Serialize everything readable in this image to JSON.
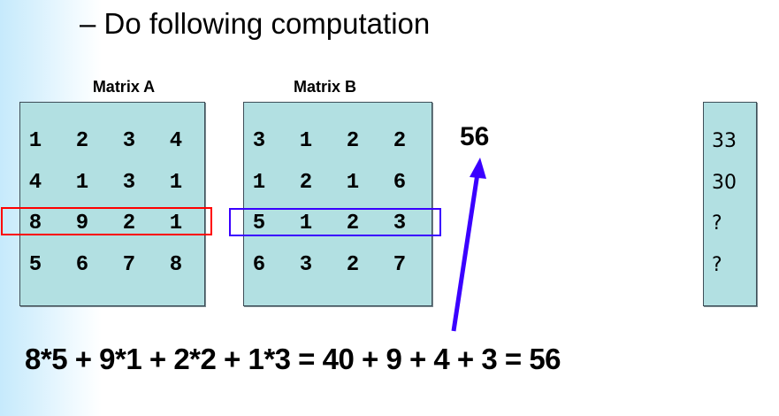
{
  "slide": {
    "bullet_text": "– Do following computation"
  },
  "matrix_a": {
    "label": "Matrix A",
    "rows": [
      [
        "1",
        "2",
        "3",
        "4"
      ],
      [
        "4",
        "1",
        "3",
        "1"
      ],
      [
        "8",
        "9",
        "2",
        "1"
      ],
      [
        "5",
        "6",
        "7",
        "8"
      ]
    ],
    "highlighted_row": 2,
    "highlight_color": "#ff0000"
  },
  "matrix_b": {
    "label": "Matrix B",
    "rows": [
      [
        "3",
        "1",
        "2",
        "2"
      ],
      [
        "1",
        "2",
        "1",
        "6"
      ],
      [
        "5",
        "1",
        "2",
        "3"
      ],
      [
        "6",
        "3",
        "2",
        "7"
      ]
    ],
    "highlighted_row": 2,
    "highlight_color": "#3a00ff"
  },
  "result_column": {
    "values": [
      "33",
      "30",
      "?",
      "?"
    ]
  },
  "computed_value": "56",
  "arrow_color": "#3a00ff",
  "equation": "8*5 + 9*1 + 2*2 + 1*3 = 40 + 9 + 4 + 3 = 56",
  "colors": {
    "matrix_fill": "#b2e0e2",
    "matrix_border": "#3e4d57"
  }
}
